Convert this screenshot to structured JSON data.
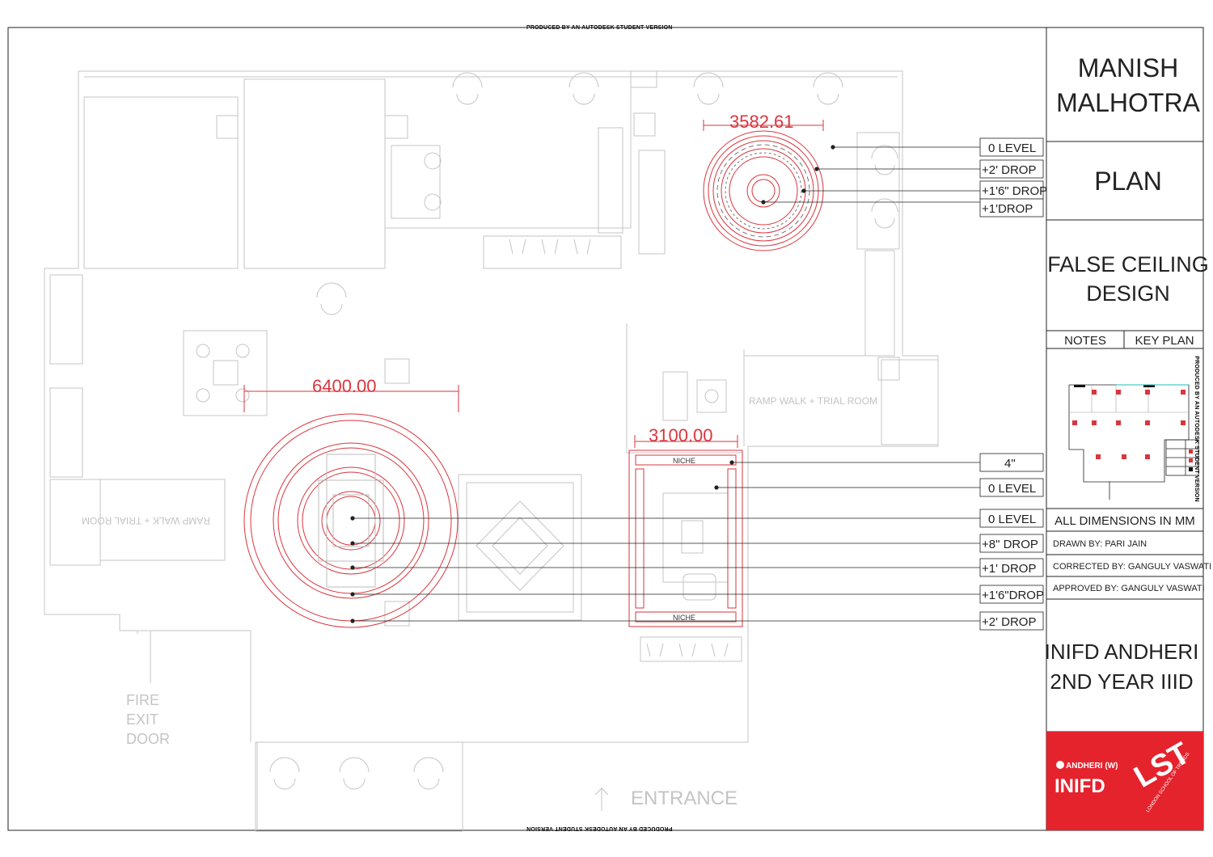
{
  "watermark": "PRODUCED BY AN AUTODESK STUDENT VERSION",
  "dimensions": {
    "upper_circle": "3582.61",
    "main_circle": "6400.00",
    "niche_area": "3100.00"
  },
  "room_labels": {
    "ramp_walk_right": "RAMP WALK + TRIAL ROOM",
    "ramp_walk_left": "RAMP WALK + TRIAL ROOM",
    "fire_exit": [
      "FIRE",
      "EXIT",
      "DOOR"
    ],
    "entrance": "ENTRANCE",
    "niche_top": "NICHE",
    "niche_bottom": "NICHE"
  },
  "callouts_upper": [
    "0 LEVEL",
    "+2' DROP",
    "+1'6\" DROP",
    "+1'DROP"
  ],
  "callouts_lower": [
    "4\"",
    "0 LEVEL",
    "0 LEVEL",
    "+8\" DROP",
    "+1' DROP",
    "+1'6\"DROP",
    "+2' DROP"
  ],
  "title_block": {
    "client_line1": "MANISH",
    "client_line2": "MALHOTRA",
    "sheet": "PLAN",
    "title_line1": "FALSE CEILING",
    "title_line2": "DESIGN",
    "notes": "NOTES",
    "key_plan": "KEY PLAN",
    "dimensions_note": "ALL DIMENSIONS IN MM",
    "drawn_by": "DRAWN BY: PARI JAIN",
    "corrected_by": "CORRECTED BY: GANGULY VASWATI",
    "approved_by": "APPROVED BY: GANGULY VASWATI",
    "institute_line1": "INIFD ANDHERI",
    "institute_line2": "2ND YEAR IIID",
    "logo_sub": "ANDHERI (W)",
    "logo_main": "INIFD",
    "logo_lst": "LST",
    "logo_lst_sub": "LONDON SCHOOL OF TRENDS"
  },
  "colors": {
    "ceiling_red": "#d9363e",
    "wall_grey": "#c4c4c4",
    "logo_red": "#e5232d"
  }
}
